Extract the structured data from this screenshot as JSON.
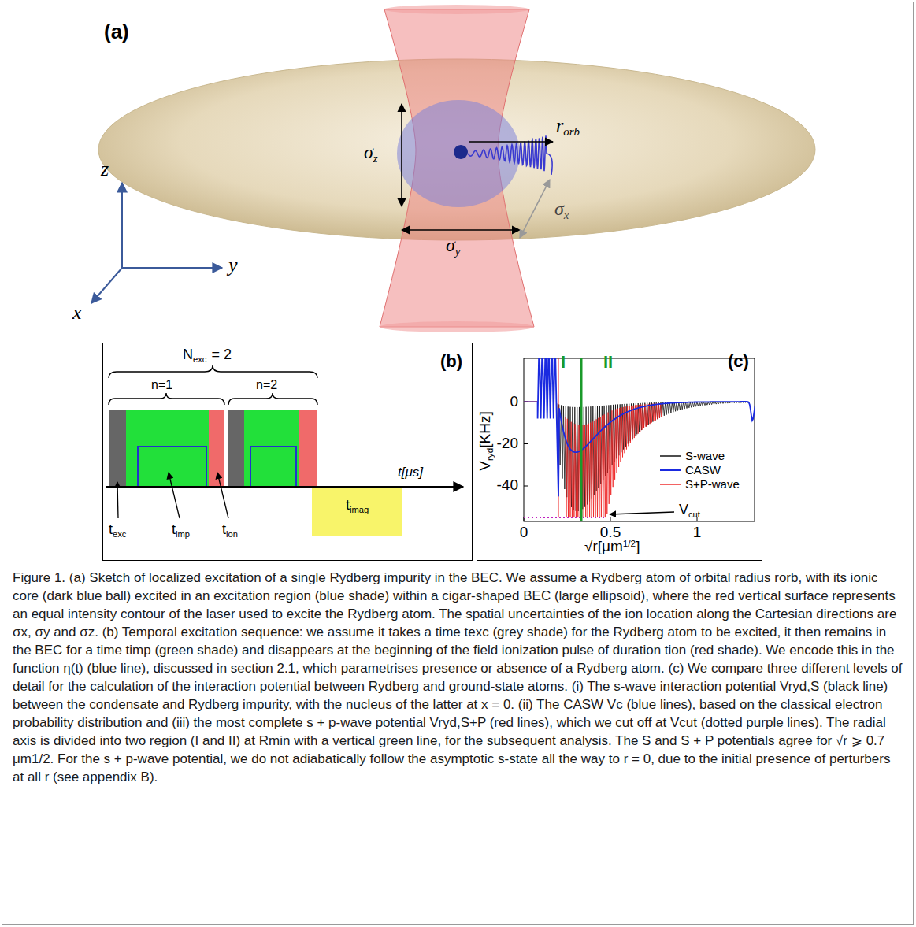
{
  "diagram": {
    "caption": "Figure 1. (a) Sketch of localized excitation of a single Rydberg impurity in the BEC. We assume a Rydberg atom of orbital radius rorb, with its ionic core (dark blue ball) excited in an excitation region (blue shade) within a cigar-shaped BEC (large ellipsoid), where the red vertical surface represents an equal intensity contour of the laser used to excite the Rydberg atom. The spatial uncertainties of the ion location along the Cartesian directions are σx, σy and σz. (b) Temporal excitation sequence: we assume it takes a time texc (grey shade) for the Rydberg atom to be excited, it then remains in the BEC for a time timp (green shade) and disappears at the beginning of the field ionization pulse of duration tion (red shade). We encode this in the function η(t) (blue line), discussed in section 2.1, which parametrises presence or absence of a Rydberg atom. (c) We compare three different levels of detail for the calculation of the interaction potential between Rydberg and ground-state atoms. (i) The s-wave interaction potential Vryd,S (black line) between the condensate and Rydberg impurity, with the nucleus of the latter at x = 0. (ii) The CASW Vc (blue lines), based on the classical electron probability distribution and (iii) the most complete s + p-wave potential Vryd,S+P (red lines), which we cut off at Vcut (dotted purple lines). The radial axis is divided into two region (I and II) at Rmin with a vertical green line, for the subsequent analysis. The S and S + P potentials agree for √r ⩾ 0.7 μm1/2. For the s + p-wave potential, we do not adiabatically follow the asymptotic s-state all the way to r = 0, due to the initial presence of perturbers at all r (see appendix B).",
    "nodes": [
      {
        "text": [
          "(b)"
        ]
      },
      {
        "text": [
          "t",
          "imag"
        ],
        "in": 0
      },
      {
        "text": [
          "(c)"
        ]
      }
    ],
    "labels": [
      "(a)",
      "r",
      "orb",
      "σ",
      "z",
      "σ",
      "x",
      "σ",
      "y",
      "z",
      "y",
      "x",
      "N",
      "exc",
      "= 2",
      "n=1",
      "n=2",
      "t[μs]",
      "t",
      "exc",
      "t",
      "imp",
      "t",
      "ion",
      "V",
      "ryd",
      "[KHz]",
      "I",
      "II",
      "0",
      "-20",
      "-40",
      "0",
      "0.5",
      "1",
      "√r[μm",
      "1/2",
      "]",
      "V",
      "cut"
    ],
    "legend": [
      {
        "text": "S-wave"
      },
      {
        "text": "CASW"
      },
      {
        "text": "S+P-wave"
      }
    ]
  }
}
